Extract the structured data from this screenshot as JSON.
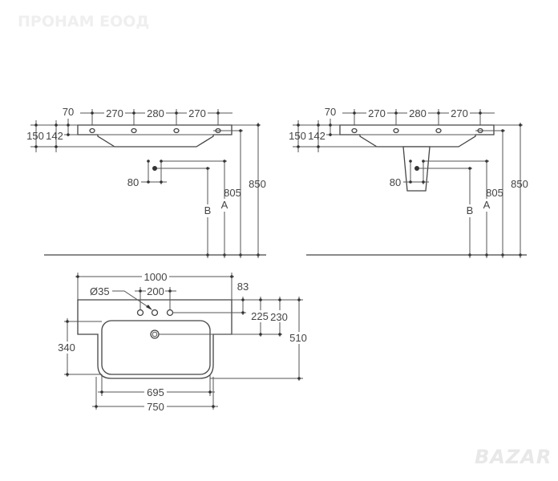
{
  "watermark": {
    "company": "ПРОНАМ ЕООД",
    "site": "BAZAR"
  },
  "side_view_left": {
    "hole_spacing": [
      "270",
      "280",
      "270"
    ],
    "edge_offset": "70",
    "heights_left": [
      "150",
      "142"
    ],
    "trap_offset": "80",
    "letters": [
      "B",
      "A"
    ],
    "heights_right": [
      "805",
      "850"
    ]
  },
  "side_view_right": {
    "hole_spacing": [
      "270",
      "280",
      "270"
    ],
    "edge_offset": "70",
    "heights_left": [
      "150",
      "142"
    ],
    "trap_offset": "80",
    "letters": [
      "B",
      "A"
    ],
    "heights_right": [
      "805",
      "850"
    ]
  },
  "top_view": {
    "width": "1000",
    "hole_diameter": "Ø35",
    "hole_spacing": "200",
    "depth_dims": [
      "83",
      "225",
      "230",
      "510"
    ],
    "bowl_depth": "340",
    "inner_width": "695",
    "outer_width": "750"
  }
}
